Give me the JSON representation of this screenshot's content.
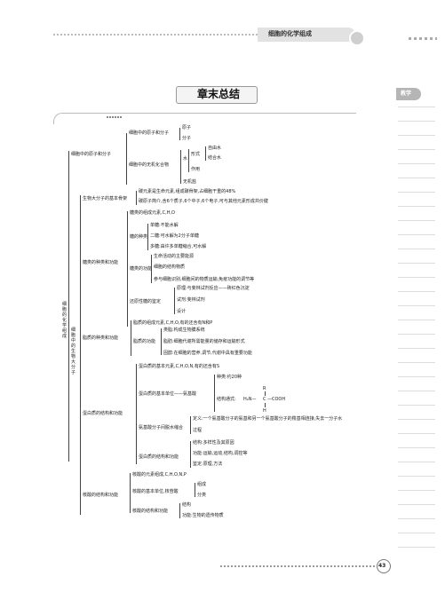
{
  "header": {
    "chapter_title": "细胞的化学组成"
  },
  "side_tab": {
    "label": "教学"
  },
  "page_title": "章末总结",
  "page_number": "43",
  "map": {
    "root": "细胞的化学组成",
    "b1": {
      "label": "细胞中的原子和分子",
      "atoms": {
        "label": "细胞中的原子和分子",
        "items": [
          "原子",
          "分子"
        ]
      },
      "inorganic": {
        "label": "细胞中的无机化合物",
        "water": "水",
        "forms": {
          "label": "形式",
          "items": [
            "自由水",
            "结合水"
          ]
        },
        "function": "作用",
        "salt": "无机盐"
      }
    },
    "b2": {
      "label": "细胞中的生物大分子",
      "skeleton": {
        "label": "生物大分子的基本骨架",
        "items": [
          "碳元素是生命元素,组成碳骨架,占细胞干重的48%",
          "碳原子简介,含6个质子,6个中子,6个电子,可与其他元素形成共价键"
        ]
      },
      "sugar": {
        "label": "糖类的种类和功能",
        "elements": "糖类的组成元素,C,H,O",
        "kinds": {
          "label": "糖的种类",
          "items": [
            "单糖:不能水解",
            "二糖:可水解为2分子单糖",
            "多糖:由许多单糖缩合,可水解"
          ]
        },
        "functions": {
          "label": "糖类的功能",
          "items": [
            "生命活动的主要能源",
            "细胞的结构物质",
            "参与细胞识别,细胞间的物质运输,免疫功能的调节等"
          ]
        },
        "test": {
          "label": "还原性糖的鉴定",
          "items": [
            "原理:与斐林试剂反应——砖红色沉淀",
            "试剂:斐林试剂",
            "设计"
          ]
        }
      },
      "lipid": {
        "label": "脂质的种类和功能",
        "elements": "脂质的组成元素,C,H,O,有的还含有N和P",
        "functions": {
          "label": "脂质的功能",
          "items": [
            "类脂:构成生物膜系统",
            "脂肪:细胞代谢所需能量的储存和运输形式",
            "固醇:在细胞的营养,调节,代谢中具有重要功能"
          ]
        }
      },
      "protein": {
        "label": "蛋白质的结构和功能",
        "elements": "蛋白质的基本元素,C,H,O,N,有的还含有S",
        "unit": {
          "label": "蛋白质的基本单位——氨基酸",
          "kinds": "种类:约20种",
          "formula_label": "结构通式:",
          "formula_left": "H₂N—",
          "formula_c": "C",
          "formula_right": "—COOH",
          "formula_r": "R",
          "formula_h": "H"
        },
        "condense": {
          "label": "氨基酸分子间脱水缩合",
          "items": [
            "定义:一个氨基酸分子的氨基和另一个氨基酸分子的羧基相连接,失去一分子水",
            "过程"
          ]
        },
        "structure": {
          "label": "蛋白质的结构和功能",
          "items": [
            "结构:多样性及其原因",
            "功能:运输,运动,结构,调控等",
            "鉴定:原理,方法"
          ]
        }
      },
      "nucleic": {
        "label": "核酸的结构和功能",
        "elements": "核酸的元素组成,C,H,O,N,P",
        "unit": {
          "label": "核酸的基本单位,核苷酸",
          "items": [
            "组成",
            "分类"
          ]
        },
        "sf": {
          "label": "核酸的结构和功能",
          "items": [
            "结构",
            "功能:生物的遗传物质"
          ]
        }
      }
    }
  }
}
